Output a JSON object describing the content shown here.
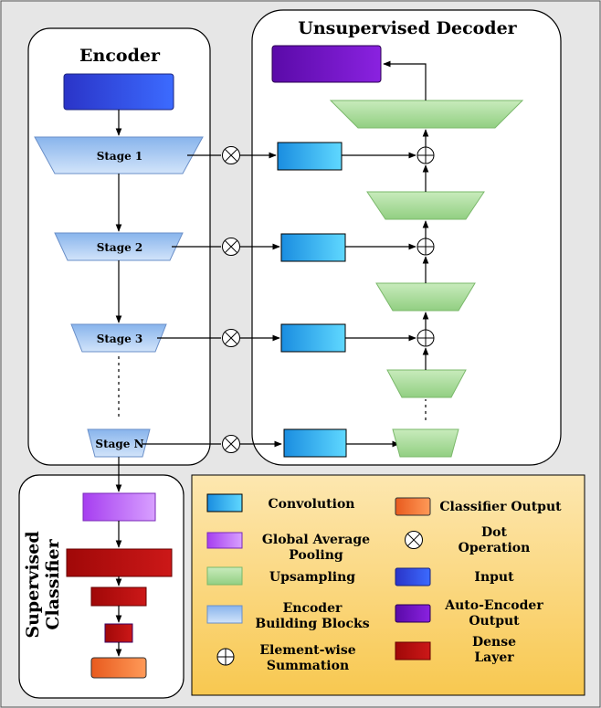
{
  "titles": {
    "encoder": "Encoder",
    "decoder": "Unsupervised Decoder",
    "classifier_line1": "Supervised",
    "classifier_line2": "Classifier"
  },
  "stages": [
    "Stage 1",
    "Stage 2",
    "Stage 3",
    "Stage N"
  ],
  "legend": {
    "convolution": "Convolution",
    "gap_line1": "Global Average",
    "gap_line2": "Pooling",
    "upsampling": "Upsampling",
    "ebb_line1": "Encoder",
    "ebb_line2": "Building Blocks",
    "sum_line1": "Element-wise",
    "sum_line2": "Summation",
    "classifier_output": "Classifier Output",
    "dot_line1": "Dot",
    "dot_line2": "Operation",
    "input": "Input",
    "ae_line1": "Auto-Encoder",
    "ae_line2": "Output",
    "dense_line1": "Dense",
    "dense_line2": "Layer"
  },
  "colors": {
    "page_bg": "#e6e6e6",
    "legend_bg": "#fbd98a",
    "convolution": "#33b5f0",
    "input": "#2f45e0",
    "ae_output": "#6a0fc0",
    "gap": "#b54cf2",
    "upsampling": "#a6d99a",
    "encoder_block": "#a8c8f0",
    "classifier_output": "#f07a30",
    "dense": "#b80f0f"
  }
}
